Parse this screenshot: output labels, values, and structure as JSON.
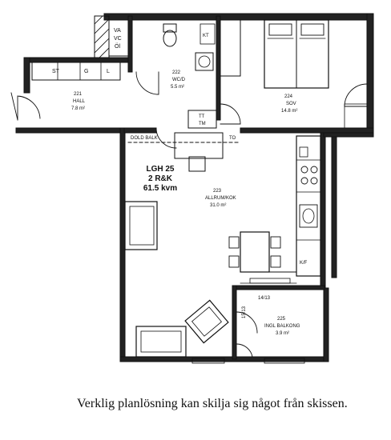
{
  "apartment": {
    "title": "LGH 25",
    "rooms": "2 R&K",
    "area": "61.5 kvm"
  },
  "rooms": {
    "hall": {
      "number": "221",
      "name": "HALL",
      "area": "7.8 m²"
    },
    "bathroom": {
      "number": "222",
      "name": "WC/D",
      "area": "5.5 m²"
    },
    "bedroom": {
      "number": "224",
      "name": "SOV",
      "area": "14.8 m²"
    },
    "living": {
      "number": "223",
      "name": "ALLRUM/KOK",
      "area": "31.0 m²"
    },
    "balcony": {
      "number": "225",
      "name": "INGL BALKONG",
      "area": "3.9 m²"
    }
  },
  "labels": {
    "va": "VA",
    "vc": "VC",
    "ol": "Öl",
    "st": "ST",
    "g": "G",
    "l": "L",
    "kt": "KT",
    "tt": "TT",
    "tm": "TM",
    "dold_balk": "DOLD BALK",
    "to": "TO",
    "kf": "K/F",
    "stair": "14/13",
    "stair2": "15/13"
  },
  "caption": "Verklig planlösning kan skilja sig något från skissen."
}
